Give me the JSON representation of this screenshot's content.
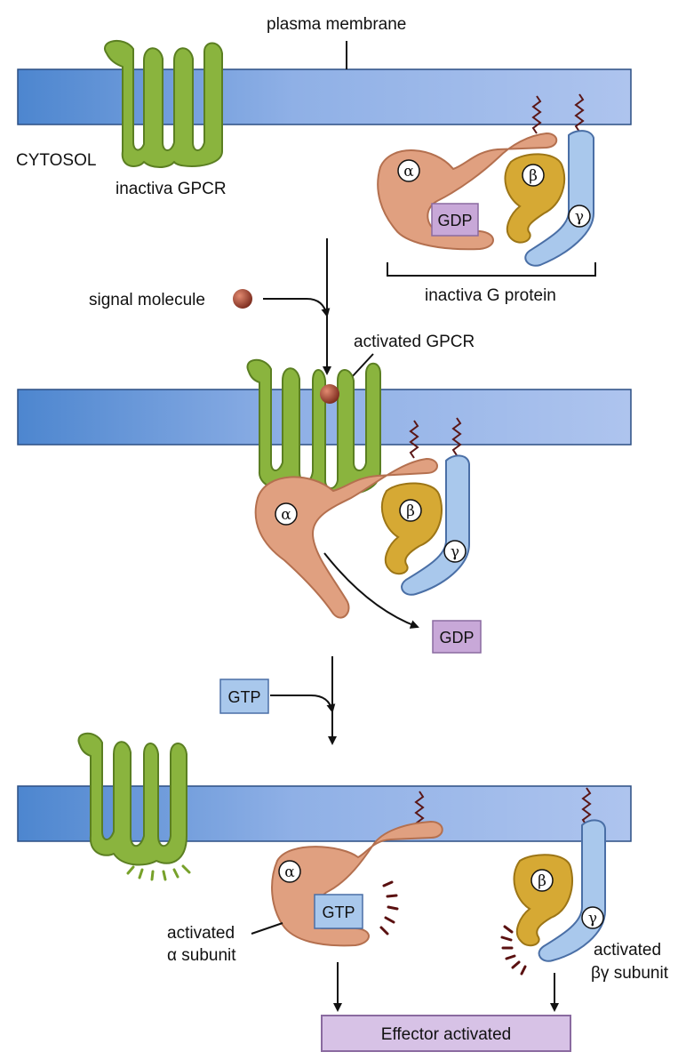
{
  "labels": {
    "plasma_membrane": "plasma membrane",
    "cytosol": "CYTOSOL",
    "inactive_gpcr": "inactiva GPCR",
    "inactive_g_protein": "inactiva G protein",
    "signal_molecule": "signal molecule",
    "activated_gpcr": "activated GPCR",
    "activated_alpha_line1": "activated",
    "activated_alpha_line2": "α subunit",
    "activated_bg_line1": "activated",
    "activated_bg_line2": "βγ subunit"
  },
  "subunits": {
    "alpha": "α",
    "beta": "β",
    "gamma": "γ"
  },
  "boxes": {
    "gdp_bound": "GDP",
    "gdp_released": "GDP",
    "gtp_incoming": "GTP",
    "gtp_bound": "GTP",
    "effector": "Effector activated"
  },
  "colors": {
    "membrane_dark": "#4d86cf",
    "membrane_light": "#a9c1ec",
    "receptor": "#8ab43e",
    "alpha": "#e0a080",
    "beta": "#d6a934",
    "gamma": "#a9c8ec",
    "gdp_box": "#c8a8d8",
    "gtp_box": "#a9c8ec",
    "effector_box": "#d7c2e6",
    "signal_molecule": "#9a3a2a"
  }
}
